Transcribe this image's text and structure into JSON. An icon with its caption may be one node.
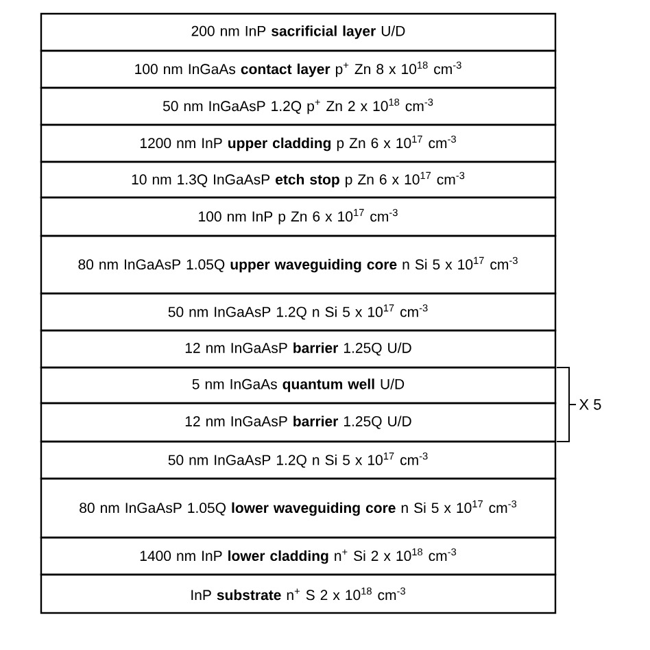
{
  "diagram": {
    "nodes": [
      {
        "text": [
          "200 nm InP **sacrificial layer** U/D"
        ]
      },
      {
        "text": [
          "100 nm InGaAs **contact layer** p$^{+}$ Zn 8 x 10$^{18}$ cm$^{-3}$"
        ]
      },
      {
        "text": [
          "50 nm InGaAsP 1.2Q p$^{+}$ Zn 2 x 10$^{18}$ cm$^{-3}$"
        ]
      },
      {
        "text": [
          "1200 nm InP **upper cladding** p Zn 6 x 10$^{17}$ cm$^{-3}$"
        ]
      },
      {
        "text": [
          "10 nm 1.3Q InGaAsP **etch stop** p Zn 6 x 10$^{17}$ cm$^{-3}$"
        ]
      },
      {
        "text": [
          "100 nm InP p Zn 6 x 10$^{17}$ cm$^{-3}$"
        ]
      },
      {
        "text": [
          "80 nm InGaAsP 1.05Q **upper waveguiding core** n Si 5 x 10$^{17}$ cm$^{-3}$"
        ]
      },
      {
        "text": [
          "50 nm InGaAsP 1.2Q n Si 5 x 10$^{17}$ cm$^{-3}$"
        ]
      },
      {
        "text": [
          "12 nm InGaAsP **barrier** 1.25Q U/D"
        ]
      },
      {
        "text": [
          "5 nm InGaAs **quantum well** U/D"
        ]
      },
      {
        "text": [
          "12 nm InGaAsP **barrier** 1.25Q U/D"
        ]
      },
      {
        "text": [
          "50 nm InGaAsP 1.2Q n Si 5 x 10$^{17}$ cm$^{-3}$"
        ]
      },
      {
        "text": [
          "80 nm InGaAsP 1.05Q **lower waveguiding core** n Si 5 x 10$^{17}$ cm$^{-3}$"
        ]
      },
      {
        "text": [
          "1400 nm InP **lower cladding** n$^{+}$ Si 2 x 10$^{18}$ cm$^{-3}$"
        ]
      },
      {
        "text": [
          "InP **substrate** n$^{+}$ S 2 x 10$^{18}$ cm$^{-3}$"
        ]
      }
    ],
    "labels": [
      "X 5"
    ]
  }
}
